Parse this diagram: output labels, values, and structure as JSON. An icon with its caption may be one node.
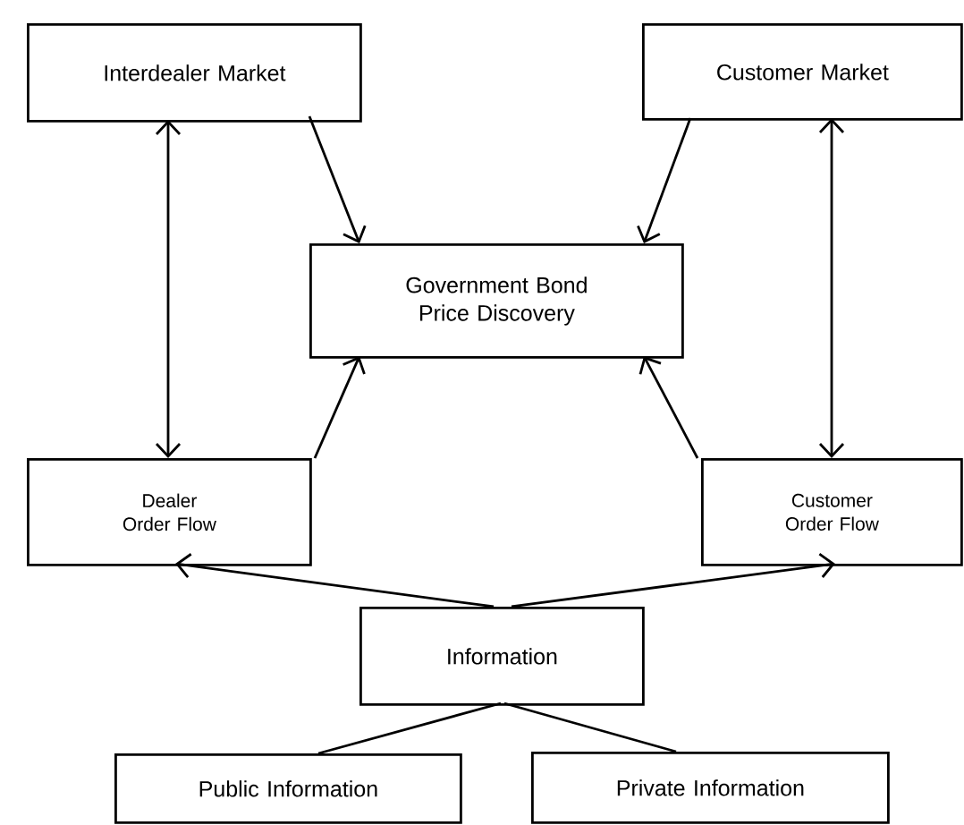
{
  "diagram": {
    "nodes": [
      {
        "text": [
          "Interdealer Market"
        ]
      },
      {
        "text": [
          "Customer Market"
        ]
      },
      {
        "text": [
          "Government Bond Price Discovery"
        ]
      },
      {
        "text": [
          "Dealer Order Flow"
        ]
      },
      {
        "text": [
          "Customer Order Flow"
        ]
      },
      {
        "text": [
          "Information"
        ]
      },
      {
        "text": [
          "Public Information"
        ]
      },
      {
        "text": [
          "Private Information"
        ]
      }
    ],
    "edges": [
      {
        "from": 0,
        "to": 3,
        "arrow": "both"
      },
      {
        "from": 0,
        "to": 2,
        "arrow": "to"
      },
      {
        "from": 1,
        "to": 2,
        "arrow": "to"
      },
      {
        "from": 1,
        "to": 4,
        "arrow": "both"
      },
      {
        "from": 3,
        "to": 2,
        "arrow": "to"
      },
      {
        "from": 4,
        "to": 2,
        "arrow": "to"
      },
      {
        "from": 5,
        "to": 3,
        "arrow": "to"
      },
      {
        "from": 5,
        "to": 4,
        "arrow": "to"
      },
      {
        "from": 5,
        "to": 6,
        "arrow": "none"
      },
      {
        "from": 5,
        "to": 7,
        "arrow": "none"
      }
    ]
  }
}
